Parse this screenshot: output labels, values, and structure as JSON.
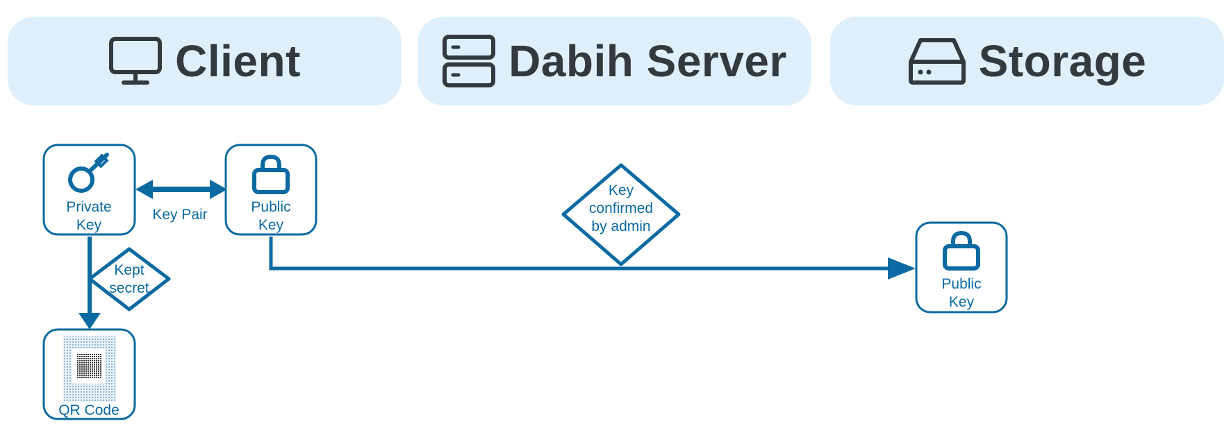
{
  "colors": {
    "accent": "#0a6aa1",
    "lane_bg": "#dff0fc",
    "lane_text": "#323a40"
  },
  "lanes": [
    {
      "title": "Client",
      "icon": "monitor-icon"
    },
    {
      "title": "Dabih Server",
      "icon": "server-icon"
    },
    {
      "title": "Storage",
      "icon": "storage-drive-icon"
    }
  ],
  "nodes": {
    "private_key": {
      "line1": "Private",
      "line2": "Key",
      "icon": "key-icon"
    },
    "public_key": {
      "line1": "Public",
      "line2": "Key",
      "icon": "lock-icon"
    },
    "qr_code": {
      "label": "QR Code",
      "icon": "qr-code-icon"
    },
    "storage_public_key": {
      "line1": "Public",
      "line2": "Key",
      "icon": "lock-icon"
    }
  },
  "edges": {
    "key_pair": "Key Pair",
    "kept_secret": {
      "line1": "Kept",
      "line2": "secret"
    },
    "confirmed": {
      "line1": "Key",
      "line2": "confirmed",
      "line3": "by admin"
    }
  }
}
